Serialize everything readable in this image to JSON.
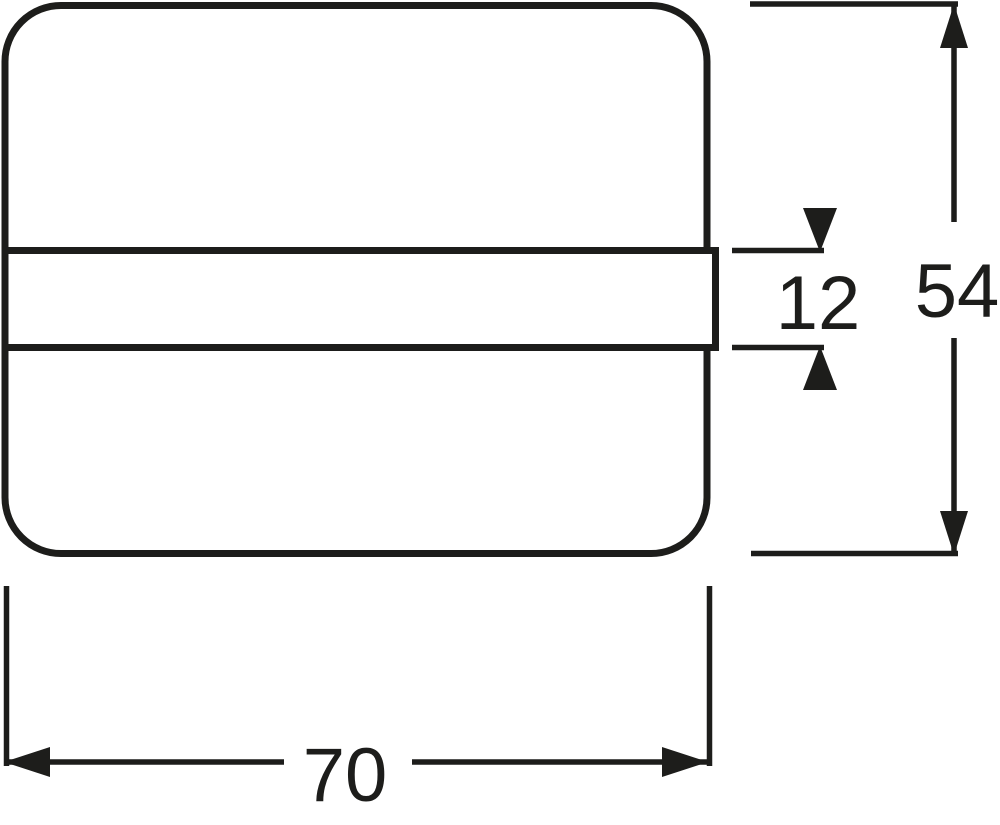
{
  "drawing": {
    "type": "technical-dimension-drawing",
    "subject": "cover-plate-with-rocker-slot",
    "background_color": "#ffffff",
    "line_color": "#1d1d1b",
    "dimensions": {
      "width": {
        "label": "70"
      },
      "height": {
        "label": "54"
      },
      "rocker_height": {
        "label": "12"
      }
    }
  }
}
